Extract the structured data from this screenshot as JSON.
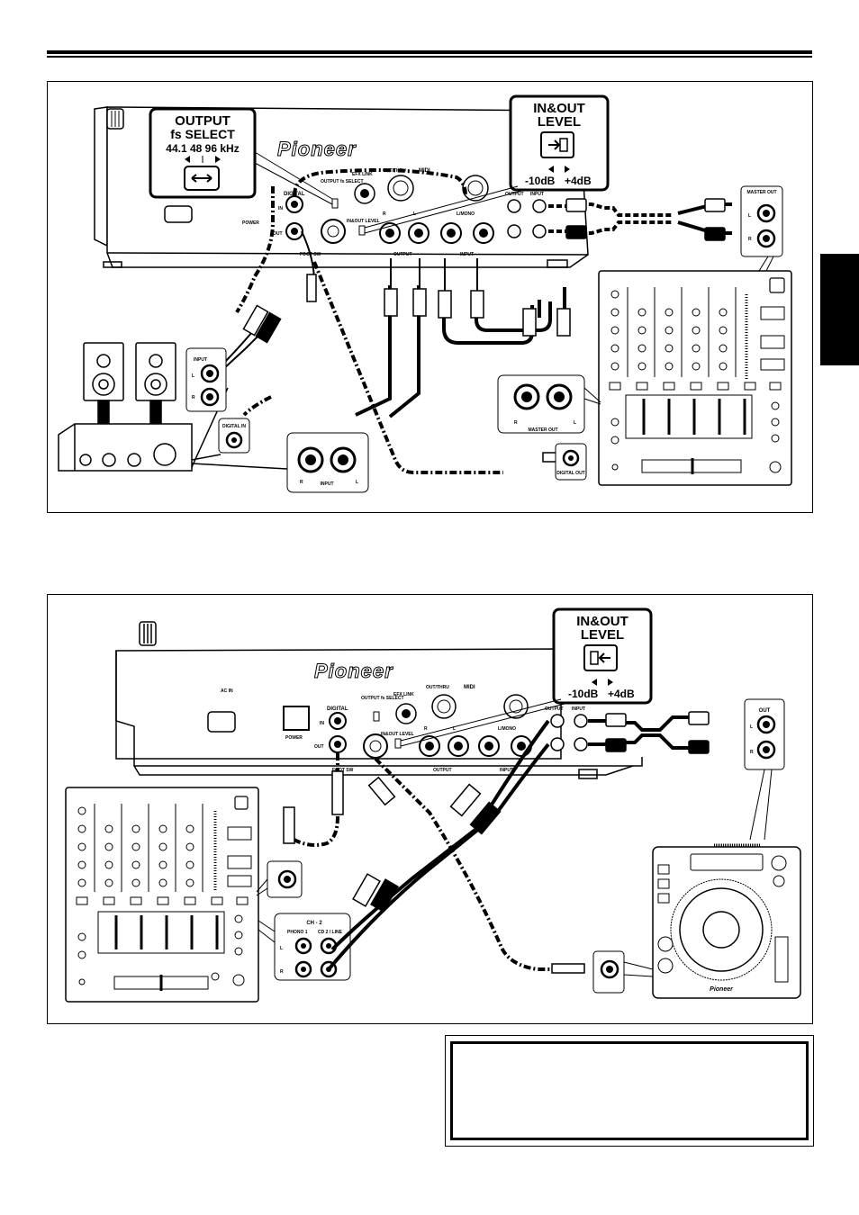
{
  "brand": "Pioneer",
  "diagram1": {
    "callout_output": {
      "line1": "OUTPUT",
      "line2": "fs  SELECT",
      "line3": "44.1  48  96 kHz"
    },
    "callout_level": {
      "line1": "IN&OUT",
      "line2": "LEVEL",
      "low": "-10dB",
      "high": "+4dB"
    },
    "panel": {
      "digital": "DIGITAL",
      "in": "IN",
      "out": "OUT",
      "power": "POWER",
      "foot_sw": "FOOT SW",
      "output_fs_select": "OUTPUT fs SELECT",
      "efx_link": "EFX LINK",
      "out_thru": "OUT/THRU",
      "midi": "MIDI",
      "in_out_level": "IN&OUT LEVEL",
      "output": "OUTPUT",
      "input": "INPUT",
      "l_mono": "L/MONO",
      "r": "R",
      "l": "L"
    },
    "master_out_box": {
      "title": "MASTER OUT",
      "l": "L",
      "r": "R"
    },
    "amp_input_box": {
      "title": "INPUT",
      "l": "L",
      "r": "R"
    },
    "digital_in_box": {
      "title": "DIGITAL IN"
    },
    "input_box": {
      "title": "INPUT",
      "r": "R",
      "l": "L"
    },
    "mixer_master_out": {
      "title": "MASTER OUT",
      "r": "R",
      "l": "L"
    },
    "digital_out_box": {
      "title": "DIGITAL OUT"
    }
  },
  "diagram2": {
    "callout_level": {
      "line1": "IN&OUT",
      "line2": "LEVEL",
      "low": "-10dB",
      "high": "+4dB"
    },
    "panel": {
      "ac_in": "AC IN",
      "power": "POWER",
      "digital": "DIGITAL",
      "in": "IN",
      "out": "OUT",
      "foot_sw": "FOOT SW",
      "output_fs_select": "OUTPUT fs SELECT",
      "efx_link": "EFX LINK",
      "out_thru": "OUT/THRU",
      "midi": "MIDI",
      "in_out_level": "IN&OUT LEVEL",
      "output": "OUTPUT",
      "input": "INPUT",
      "l_mono": "L/MONO",
      "r": "R",
      "l": "L"
    },
    "out_box": {
      "title": "OUT",
      "l": "L",
      "r": "R"
    },
    "ch_box": {
      "title": "CH - 2",
      "phono": "PHONO 1",
      "cd": "CD 2 / LINE",
      "l": "L",
      "r": "R"
    }
  }
}
